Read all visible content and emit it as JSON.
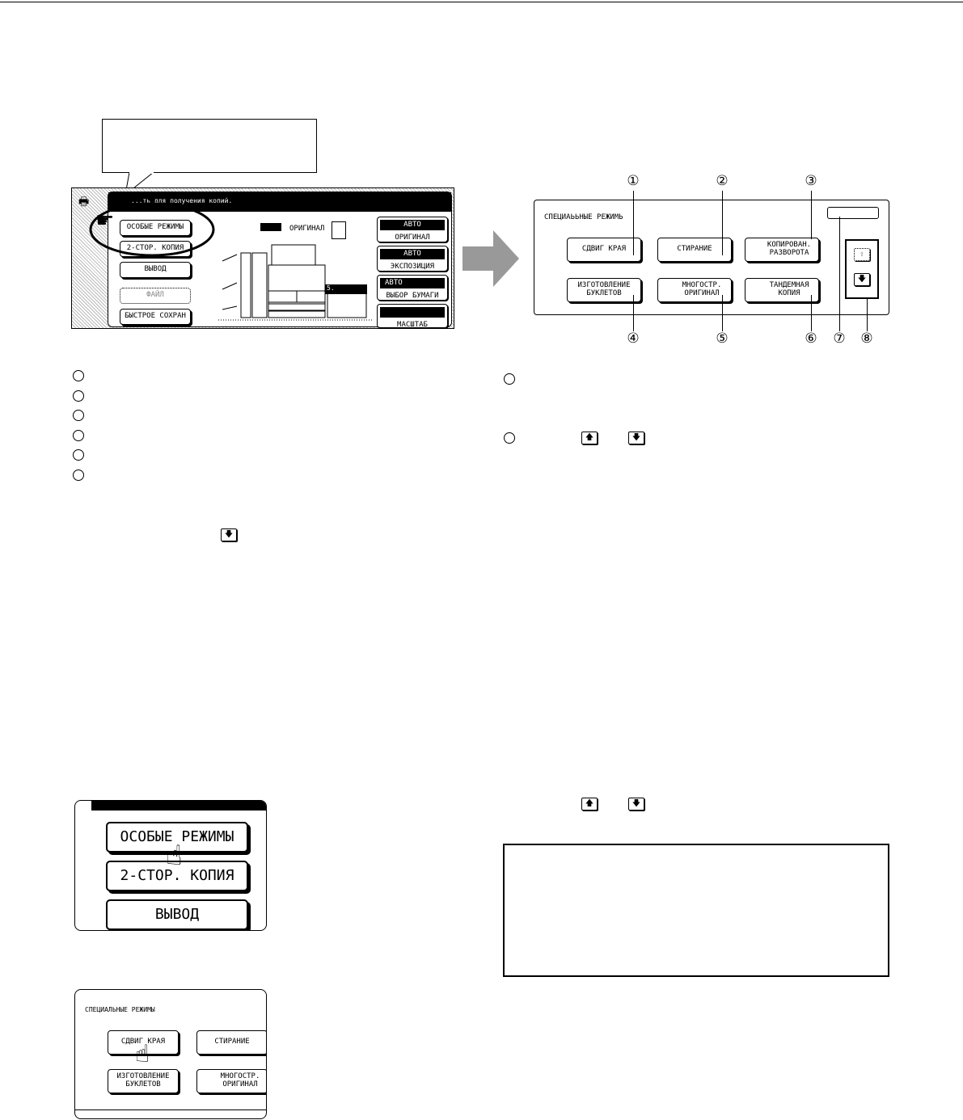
{
  "left_screen": {
    "message": "...ть для получения копий.",
    "buttons": [
      "ОСОБЫЕ РЕЖИМЫ",
      "2-СТОР. КОПИЯ",
      "ВЫВОД",
      "ФАЙЛ",
      "БЫСТРОЕ СОХРАН"
    ],
    "original_label": "ОРИГИНАЛ",
    "tray_label": "5.",
    "right_buttons": [
      {
        "top": "АВТО",
        "label": "ОРИГИНАЛ"
      },
      {
        "top": "АВТО",
        "label": "ЭКСПОЗИЦИЯ"
      },
      {
        "top": "АВТО",
        "label": "ВЫБОР БУМАГИ"
      },
      {
        "top": "",
        "label": "МАСШТАБ"
      }
    ]
  },
  "right_screen": {
    "title": "СПЕЦИАЬЬНЫЕ РЕЖИМЬ",
    "buttons": [
      "СДВИГ КРАЯ",
      "СТИРАНИЕ",
      "КОПИРОВАН.\nРАЗВОРОТА",
      "ИЗГОТОВЛЕНИЕ\nБУКЛЕТОВ",
      "МНОГОСТР.\nОРИГИНАЛ",
      "ТАНДЕМНАЯ\nКОПИЯ"
    ],
    "callouts": [
      "①",
      "②",
      "③",
      "④",
      "⑤",
      "⑥",
      "⑦",
      "⑧"
    ]
  },
  "icons": {
    "up": "up-arrow-key-icon",
    "down": "down-arrow-key-icon"
  },
  "illus1": {
    "buttons": [
      "ОСОБЫЕ РЕЖИМЫ",
      "2-СТОР. КОПИЯ",
      "ВЫВОД"
    ]
  },
  "illus2": {
    "title": "СПЕЦИАЛЬНЫЕ РЕЖИМЫ",
    "buttons": [
      "СДВИГ КРАЯ",
      "СТИРАНИЕ",
      "ИЗГОТОВЛЕНИЕ\nБУКЛЕТОВ",
      "МНОГОСТР.\nОРИГИНАЛ"
    ]
  }
}
